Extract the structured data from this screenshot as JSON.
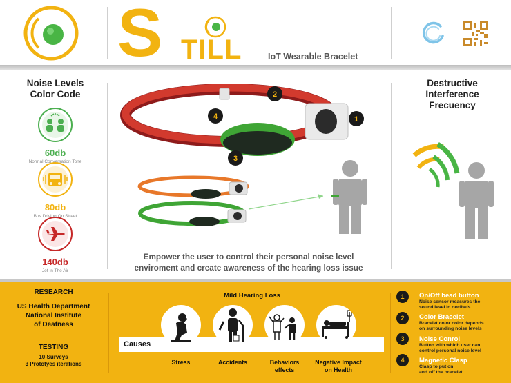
{
  "header": {
    "brand_s": "S",
    "brand_rest": "TILL",
    "tagline": "IoT Wearable Bracelet"
  },
  "color_code": {
    "title_line1": "Noise Levels",
    "title_line2": "Color Code",
    "levels": [
      {
        "db": "60db",
        "caption": "Normal Conversation Tone",
        "color": "#4caf50",
        "icon": "people-talking-icon"
      },
      {
        "db": "80db",
        "caption": "Bus Driving On Street",
        "color": "#f2b311",
        "icon": "bus-icon"
      },
      {
        "db": "140db",
        "caption": "Jet In The Air",
        "color": "#c62828",
        "icon": "airplane-icon"
      }
    ]
  },
  "bracelet": {
    "markers": [
      "1",
      "2",
      "3",
      "4"
    ]
  },
  "description": {
    "line1": "Empower the user to control their personal noise level",
    "line2": "enviroment and create awareness of the hearing loss issue"
  },
  "interference": {
    "title_line1": "Destructive",
    "title_line2": "Interference",
    "title_line3": "Frecuency"
  },
  "research": {
    "label": "RESEARCH",
    "org_line1": "US Health Department",
    "org_line2": "National Institute",
    "org_line3": "of Deafness"
  },
  "testing": {
    "label": "TESTING",
    "surveys": "10 Surveys",
    "prototypes": "3 Prototyes iterations"
  },
  "hearing_loss": {
    "title": "Mild Hearing Loss",
    "causes_label": "Causes",
    "causes": [
      {
        "line1": "Stress",
        "line2": "",
        "icon": "stressed-person-icon"
      },
      {
        "line1": "Accidents",
        "line2": "",
        "icon": "injured-person-icon"
      },
      {
        "line1": "Behaviors",
        "line2": "effects",
        "icon": "loud-behavior-icon"
      },
      {
        "line1": "Negative Impact",
        "line2": "on Health",
        "icon": "hospital-bed-icon"
      }
    ]
  },
  "features": [
    {
      "num": "1",
      "title": "On/Off bead button",
      "desc1": "Noise sensor measures the",
      "desc2": "sound level in decibels"
    },
    {
      "num": "2",
      "title": "Color Bracelet",
      "desc1": "Bracelet color color depends",
      "desc2": "on surrounding noise levels"
    },
    {
      "num": "3",
      "title": "Noise Conrol",
      "desc1": "Button with which user can",
      "desc2": "control personal noise level"
    },
    {
      "num": "4",
      "title": "Magnetic Clasp",
      "desc1": "Clasp to put on",
      "desc2": "and off the bracelet"
    }
  ],
  "colors": {
    "accent_yellow": "#f2b311",
    "bracelet_red": "#c62828",
    "bracelet_green": "#3fa535",
    "bracelet_orange": "#e8782a",
    "figure_grey": "#a6a6a6"
  }
}
